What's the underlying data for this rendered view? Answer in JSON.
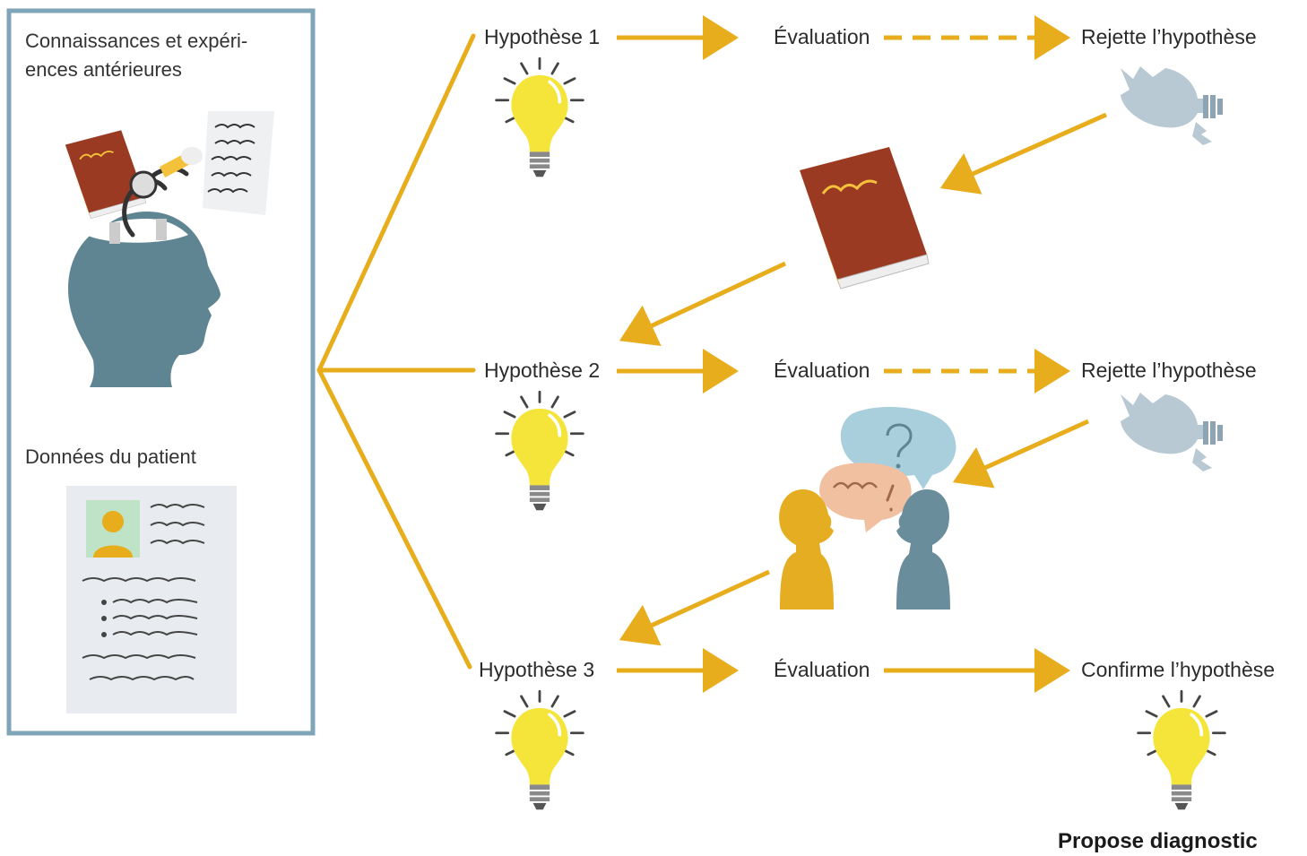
{
  "left_panel": {
    "knowledge_label": "Connaissances et expéri-\nences antérieures",
    "patient_label": "Données du patient"
  },
  "hypotheses": [
    {
      "label": "Hypothèse 1",
      "evaluation": "Évaluation",
      "outcome": "Rejette l’hypothèse"
    },
    {
      "label": "Hypothèse 2",
      "evaluation": "Évaluation",
      "outcome": "Rejette l’hypothèse"
    },
    {
      "label": "Hypothèse 3",
      "evaluation": "Évaluation",
      "outcome": "Confirme l’hypothèse"
    }
  ],
  "final_label": "Propose diagnostic",
  "colors": {
    "arrow": "#e8ad1d",
    "panel_border": "#7fa6b8",
    "bulb": "#f5e53a",
    "broken_bulb": "#b9c9d4",
    "head": "#5f8593",
    "book": "#9b3a22",
    "person_yellow": "#e5ad22",
    "person_blue": "#6a8d9b",
    "bubble_blue": "#a9cfdc",
    "bubble_peach": "#f0c0a0"
  },
  "icons": [
    "head-icon",
    "book-icon",
    "stethoscope-icon",
    "notes-icon",
    "patient-record-icon",
    "lightbulb-icon",
    "broken-lightbulb-icon",
    "conversation-icon"
  ]
}
